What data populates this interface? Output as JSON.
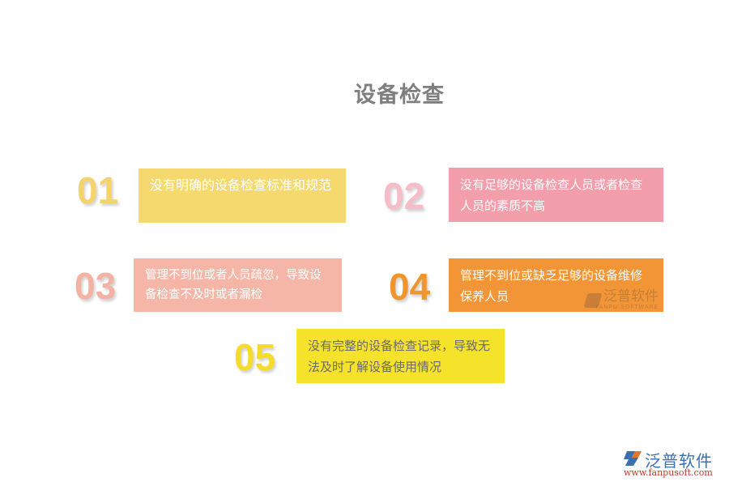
{
  "title": "设备检查",
  "items": [
    {
      "number": "01",
      "text": "没有明确的设备检查标准和规范",
      "number_color": "#f5d36b",
      "box_color": "#f5d86e"
    },
    {
      "number": "02",
      "text": "没有足够的设备检查人员或者检查人员的素质不高",
      "number_color": "#f6bcc8",
      "box_color": "#f29eab"
    },
    {
      "number": "03",
      "text": "管理不到位或者人员疏忽，导致设备检查不及时或者漏检",
      "number_color": "#f4b2a5",
      "box_color": "#f5b6a8"
    },
    {
      "number": "04",
      "text": "管理不到位或缺乏足够的设备维修保养人员",
      "number_color": "#f0952e",
      "box_color": "#f29536"
    },
    {
      "number": "05",
      "text": "没有完整的设备检查记录，导致无法及时了解设备使用情况",
      "number_color": "#f5dc2c",
      "box_color": "#f5e22a"
    }
  ],
  "watermark": {
    "cn": "泛普软件",
    "en": "FANPU SOFTWARE"
  },
  "logo": {
    "name": "泛普软件",
    "url": "www.fanpusoft.com"
  }
}
